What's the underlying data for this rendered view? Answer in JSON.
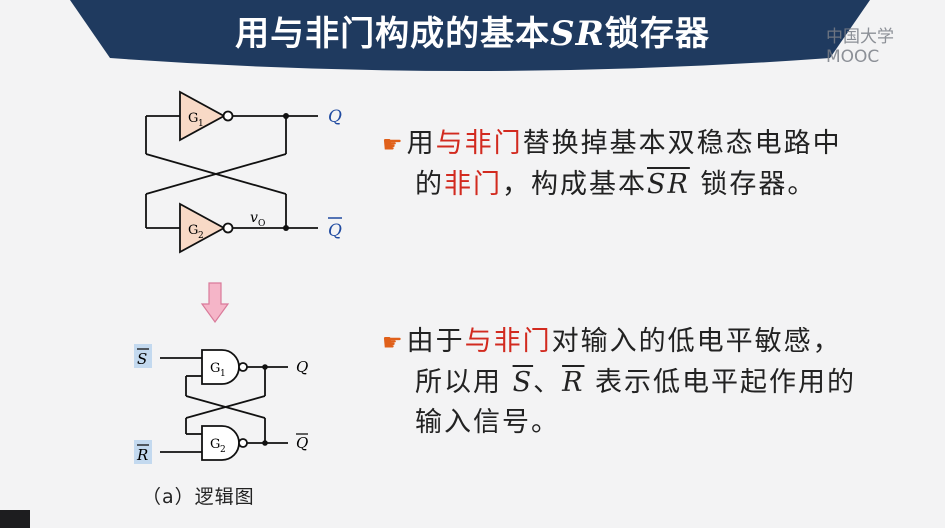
{
  "header": {
    "title_prefix": "用与非门构成的基本",
    "title_sr": "SR",
    "title_suffix": "锁存器",
    "watermark": "中国大学MOOC",
    "color": "#1f3a5f"
  },
  "bullet1": {
    "t1": "用",
    "h1": "与非门",
    "t2": "替换掉基本双稳态电路中",
    "t3": "的",
    "h2": "非门",
    "t4": "，构成基本",
    "s": "S",
    "r": "R",
    "t5": " 锁存器。"
  },
  "bullet2": {
    "t1": "由于",
    "h1": "与非门",
    "t2": "对输入的低电平敏感，",
    "t3": "所以用 ",
    "s": "S",
    "sep": "、",
    "r": "R",
    "t4": " 表示低电平起作用的",
    "t5": "输入信号。"
  },
  "diagram_top": {
    "g1": "G",
    "g1_sub": "1",
    "g2": "G",
    "g2_sub": "2",
    "vo": "v",
    "vo_sub": "O",
    "q": "Q",
    "qbar": "Q"
  },
  "diagram_bottom": {
    "s_label": "S",
    "r_label": "R",
    "g1": "G",
    "g1_sub": "1",
    "g2": "G",
    "g2_sub": "2",
    "q": "Q",
    "qbar": "Q"
  },
  "caption": "（a）逻辑图",
  "colors": {
    "highlight": "#d22a1f",
    "gate_fill": "#f8d9c6",
    "arrow_fill": "#f5b5c8",
    "label_bg": "#c3d9ef"
  },
  "icons": {
    "bullet": "pointing-hand-icon",
    "arrow": "down-arrow-icon"
  }
}
